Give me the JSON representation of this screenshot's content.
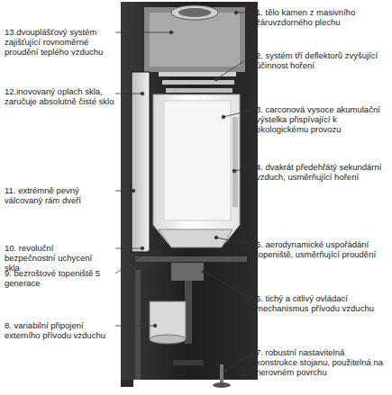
{
  "diagram": {
    "labels": [
      "13.dvouplášťový systém zajišťující rovnoměrné proudění teplého vzduchu",
      "12.inovovaný oplach skla, zaručuje absolutně čisté sklo",
      "11. extrémně pevný válcovaný rám dveří",
      "10. revoluční bezpečnostní uchycení skla",
      "9. bezroštové topeniště 5 generace",
      "8. variabilní připojení externího přívodu vzduchu",
      "1. tělo kamen z masivního žáruvzdorného plechu",
      "2. systém tří deflektorů zvyšující účinnost hoření",
      "3. carconová vysoce akumulační výstelka přispívající k ekologickému provozu",
      "4. dvakrát předehřátý sekundární vzduch, usměrňující hoření",
      "5. aerodynamické uspořádání topeniště, usměrňující proudění",
      "6. tichý a citlivý ovládací mechanismus přívodu vzduchu",
      "7. robustní nastavitelná konstrukce stojanu, použitelná na nerovném povrchu"
    ]
  }
}
